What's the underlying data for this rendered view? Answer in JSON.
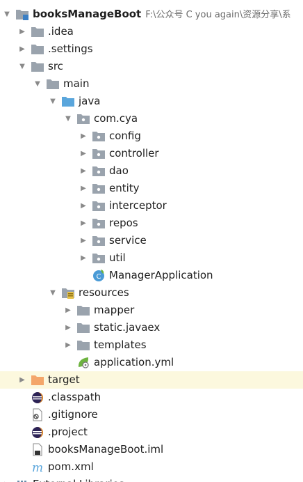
{
  "tree": {
    "rows": [
      {
        "label": "booksManageBoot",
        "path": "F:\\公众号 C you again\\资源分享\\系",
        "icon": "module-icon",
        "arrow": "down",
        "depth": 0,
        "bold": true
      },
      {
        "label": ".idea",
        "icon": "folder-icon",
        "arrow": "right",
        "depth": 1
      },
      {
        "label": ".settings",
        "icon": "folder-icon",
        "arrow": "right",
        "depth": 1
      },
      {
        "label": "src",
        "icon": "folder-icon",
        "arrow": "down",
        "depth": 1
      },
      {
        "label": "main",
        "icon": "folder-icon",
        "arrow": "down",
        "depth": 2
      },
      {
        "label": "java",
        "icon": "source-folder-icon",
        "arrow": "down",
        "depth": 3
      },
      {
        "label": "com.cya",
        "icon": "package-icon",
        "arrow": "down",
        "depth": 4
      },
      {
        "label": "config",
        "icon": "package-icon",
        "arrow": "right",
        "depth": 5
      },
      {
        "label": "controller",
        "icon": "package-icon",
        "arrow": "right",
        "depth": 5
      },
      {
        "label": "dao",
        "icon": "package-icon",
        "arrow": "right",
        "depth": 5
      },
      {
        "label": "entity",
        "icon": "package-icon",
        "arrow": "right",
        "depth": 5
      },
      {
        "label": "interceptor",
        "icon": "package-icon",
        "arrow": "right",
        "depth": 5
      },
      {
        "label": "repos",
        "icon": "package-icon",
        "arrow": "right",
        "depth": 5
      },
      {
        "label": "service",
        "icon": "package-icon",
        "arrow": "right",
        "depth": 5
      },
      {
        "label": "util",
        "icon": "package-icon",
        "arrow": "right",
        "depth": 5
      },
      {
        "label": "ManagerApplication",
        "icon": "spring-class-icon",
        "arrow": "none",
        "depth": 5
      },
      {
        "label": "resources",
        "icon": "resources-folder-icon",
        "arrow": "down",
        "depth": 3
      },
      {
        "label": "mapper",
        "icon": "folder-icon",
        "arrow": "right",
        "depth": 4
      },
      {
        "label": "static.javaex",
        "icon": "folder-icon",
        "arrow": "right",
        "depth": 4
      },
      {
        "label": "templates",
        "icon": "folder-icon",
        "arrow": "right",
        "depth": 4
      },
      {
        "label": "application.yml",
        "icon": "yml-spring-icon",
        "arrow": "none",
        "depth": 4
      },
      {
        "label": "target",
        "icon": "excluded-folder-icon",
        "arrow": "right",
        "depth": 1,
        "highlight": true
      },
      {
        "label": ".classpath",
        "icon": "eclipse-icon",
        "arrow": "none",
        "depth": 1
      },
      {
        "label": ".gitignore",
        "icon": "gitignore-icon",
        "arrow": "none",
        "depth": 1
      },
      {
        "label": ".project",
        "icon": "eclipse-icon",
        "arrow": "none",
        "depth": 1
      },
      {
        "label": "booksManageBoot.iml",
        "icon": "iml-icon",
        "arrow": "none",
        "depth": 1
      },
      {
        "label": "pom.xml",
        "icon": "maven-icon",
        "arrow": "none",
        "depth": 1
      }
    ],
    "partial_row": {
      "label": "External Libraries",
      "icon": "libraries-icon"
    }
  },
  "colors": {
    "folder": "#9aa3ad",
    "source_folder": "#5aa6dc",
    "excluded_folder": "#f4a66a",
    "highlight": "#fcf8de"
  }
}
